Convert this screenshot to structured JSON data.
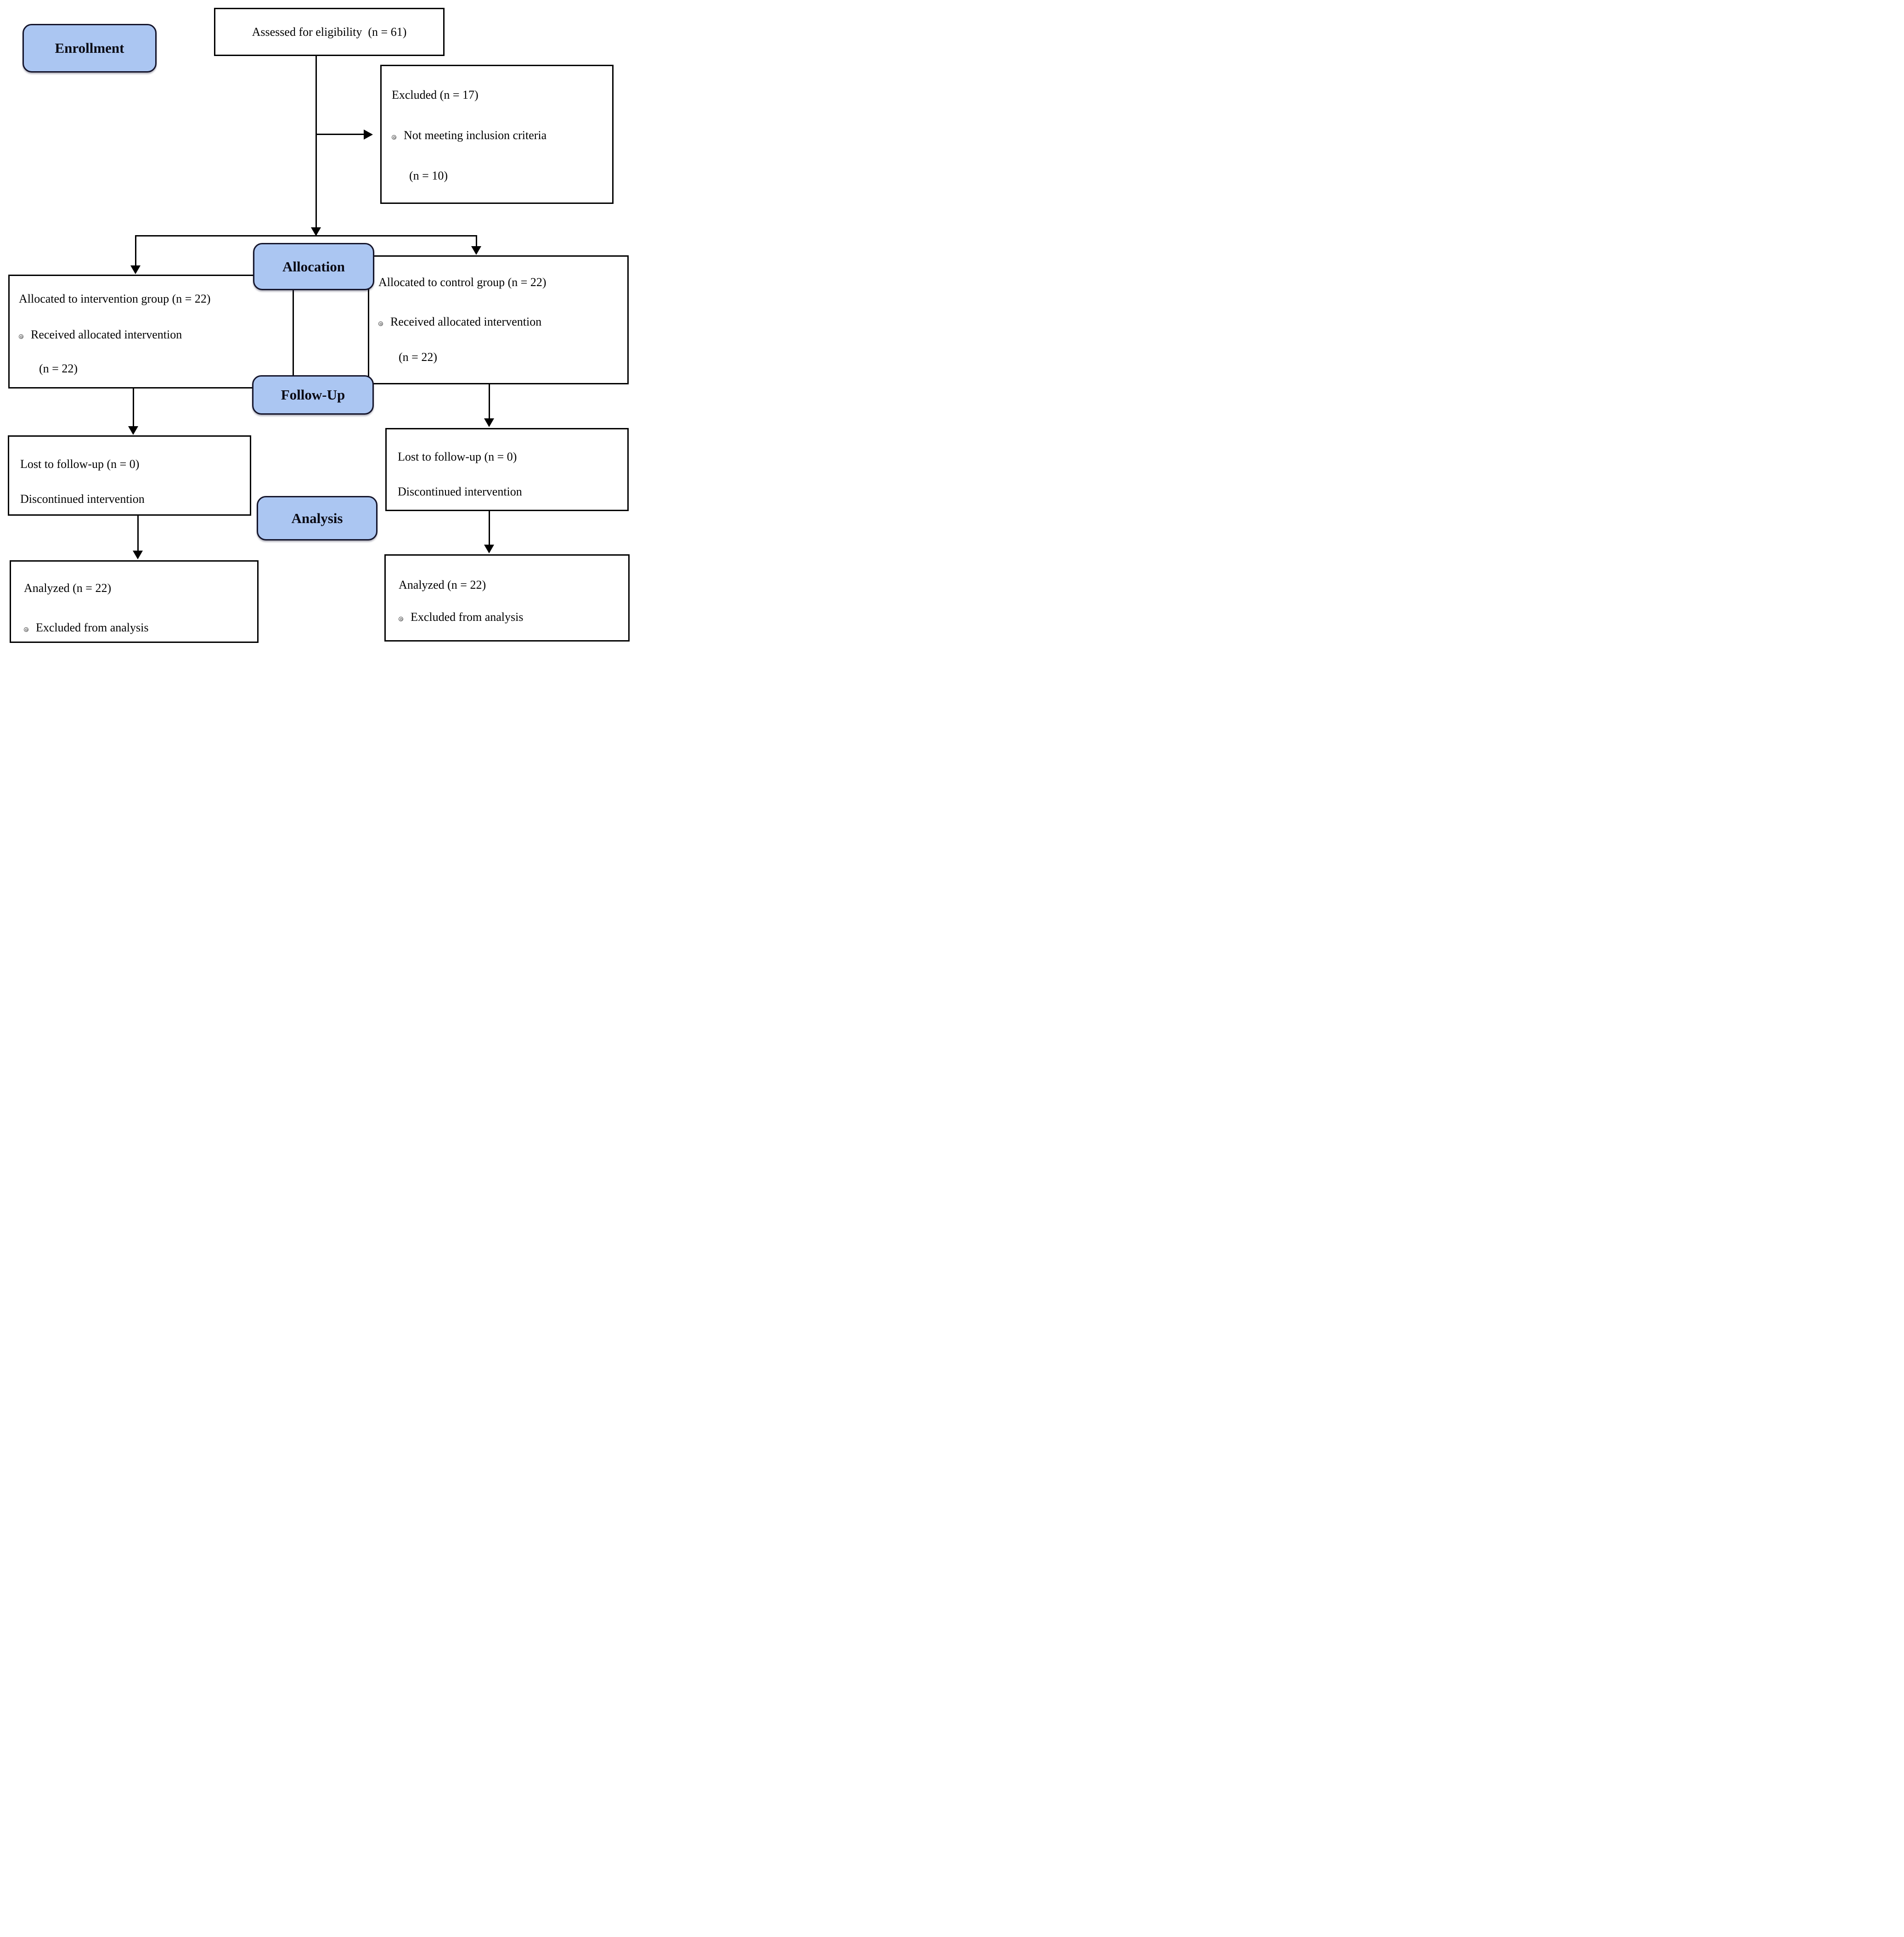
{
  "colors": {
    "background": "#ffffff",
    "box_border": "#000000",
    "stage_fill": "#abc6f2",
    "stage_border": "#15152b",
    "connector": "#000000",
    "text": "#000000",
    "bullet": "#3b3b3b"
  },
  "icons": {
    "bullet": "spiral-bullet"
  },
  "stage_labels": {
    "enrollment": "Enrollment",
    "allocation": "Allocation",
    "follow_up": "Follow-Up",
    "analysis": "Analysis"
  },
  "boxes": {
    "assessed": {
      "text": "Assessed for eligibility  (n = 61)"
    },
    "excluded": {
      "title": "Excluded (n = 17)",
      "reason": "Not meeting inclusion criteria",
      "reason_count": "(n = 10)"
    },
    "intervention": {
      "title": "Allocated to intervention group (n = 22)",
      "detail": "Received allocated intervention",
      "detail_count": "(n = 22)"
    },
    "control": {
      "title": "Allocated to control group (n = 22)",
      "detail": "Received allocated intervention",
      "detail_count": "(n = 22)"
    },
    "lost_intervention": {
      "line1": "Lost to follow-up (n = 0)",
      "line2": "Discontinued intervention"
    },
    "lost_control": {
      "line1": "Lost to follow-up (n = 0)",
      "line2": "Discontinued intervention"
    },
    "analyzed_intervention": {
      "title": "Analyzed (n = 22)",
      "detail": "Excluded from analysis"
    },
    "analyzed_control": {
      "title": "Analyzed (n = 22)",
      "detail": "Excluded from analysis"
    }
  }
}
